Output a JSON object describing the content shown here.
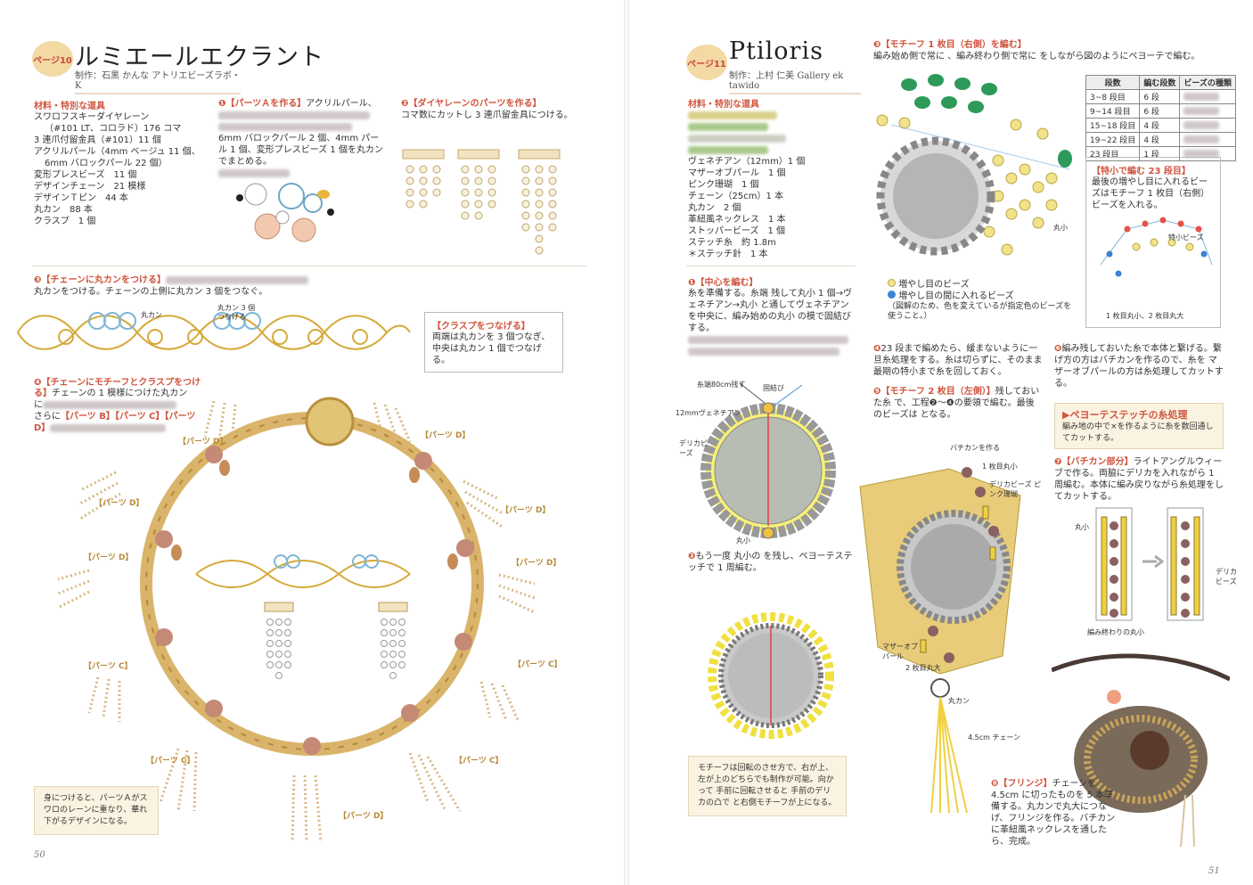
{
  "left": {
    "badge": "ページ10",
    "title": "ルミエールエクラント",
    "byline": "制作：石黒 かんな アトリエビーズラボ・K",
    "materials": {
      "heading": "材料・特別な道具",
      "lines": [
        "スワロフスキーダイヤレーン",
        "（#101 LT、コロラド）176 コマ",
        "3 連爪付留金具（#101）11 個",
        "アクリルパール（4mm ベージュ 11 個、",
        "6mm バロックパール 22 個）",
        "変形プレスビーズ　11 個",
        "デザインチェーン　21 模様",
        "デザインＴピン　44 本",
        "丸カン　88 本",
        "クラスプ　1 個"
      ]
    },
    "step1": {
      "head": "❶【パーツＡを作る】",
      "text1": "アクリルパール、",
      "text2": "6mm バロックパール 2 個、4mm パール 1 個、変形プレスビーズ 1 個を丸カンでまとめる。"
    },
    "step2": {
      "head": "❷【ダイヤレーンのパーツを作る】",
      "text1": "コマ数にカットし 3 連爪留金具につける。"
    },
    "step3": {
      "head": "❸【チェーンに丸カンをつける】",
      "text2": "丸カンをつける。チェーンの上側に丸カン 3 個をつなぐ。",
      "label_marukan": "丸カン",
      "label_three": "丸カン 3 個",
      "label_connect": "つなげる"
    },
    "step4": {
      "head": "❹【チェーンにモチーフとクラスプをつけ",
      "head2": "る】",
      "text1": "チェーンの 1 模様につけた丸カン",
      "text2": "に",
      "text3": "さらに",
      "parts": "【パーツ B】【パーツ C】【パーツ",
      "parts2": "D】"
    },
    "clasp": {
      "head": "【クラスプをつなげる】",
      "text": "両端は丸カンを 3 個つなぎ、中央は丸カン 1 個でつなげる。"
    },
    "part_labels": {
      "d1": "【パーツ D】",
      "d2": "【パーツ D】",
      "d3": "【パーツ D】",
      "d4": "【パーツ D】",
      "d5": "【パーツ D】",
      "d6": "【パーツ D】",
      "d7": "【パーツ D】",
      "c1": "【パーツ C】",
      "c2": "【パーツ C】",
      "c3": "【パーツ C】",
      "c4": "【パーツ C】"
    },
    "note": "身につけると、パーツＡがスワロのレーンに重なり、華れ下がるデザインになる。",
    "folio": "50"
  },
  "right": {
    "badge": "ページ11",
    "title": "Ptiloris",
    "byline": "制作：上村 仁美 Gallery ek tawido",
    "materials": {
      "heading": "材料・特別な道具",
      "lines": [
        "ヴェネチアン（12mm）1 個",
        "マザーオブパール　1 個",
        "ピンク珊瑚　1 個",
        "チェーン（25cm）1 本",
        "丸カン　2 個",
        "革紐風ネックレス　1 本",
        "ストッパービーズ　1 個",
        "ステッチ糸　約 1.8m",
        "＊ステッチ針　1 本"
      ]
    },
    "step1": {
      "head": "❶【中心を編む】",
      "text": "糸を準備する。糸端 残して丸小 1 個→ヴェネチアン→丸小 と通してヴェネチアンを中央に、編み始めの丸小 の模で固結びする。"
    },
    "fig1_labels": {
      "thread": "糸端80cm残す",
      "knot": "固結び",
      "venetian": "12mmヴェネチアン",
      "delica": "デリカビーズ",
      "maru": "丸小"
    },
    "step2": {
      "head": "❷",
      "text": "もう一度 丸小の を残し、ペヨーテステッチで 1 周編む。"
    },
    "note": "モチーフは回転のさせ方で、右が上、左が上のどちらでも制作が可能。向かって 手前に回転させると 手前のデリカの凸で と右側モチーフが上になる。",
    "step3": {
      "head": "❸【モチーフ 1 枚目（右側）を編む】",
      "text": "編み始め側で常に 、編み終わり側で常に をしながら図のようにペヨーテで編む。"
    },
    "legend": {
      "inc": "増やし目のビーズ",
      "between": "増やし目の間に入れるビーズ",
      "caption": "（図解のため、色を変えているが指定色のビーズを使うこと。）",
      "maru_label": "丸小"
    },
    "table": {
      "headers": [
        "段数",
        "編む段数",
        "ビーズの種類"
      ],
      "rows": [
        [
          "3~8 段目",
          "6 段"
        ],
        [
          "9~14 段目",
          "6 段"
        ],
        [
          "15~18 段目",
          "4 段"
        ],
        [
          "19~22 段目",
          "4 段"
        ],
        [
          "23 段目",
          "1 段"
        ]
      ]
    },
    "step23": {
      "head": "【特小で編む 23 段目】",
      "text": "最後の増やし目に入れるビーズはモチーフ 1 枚目（右側）ビーズを入れる。",
      "label_toku": "特小ビーズ",
      "label_bottom": "1 枚目丸小、2 枚目丸大"
    },
    "step4": {
      "head": "❹",
      "text": "23 段まで編めたら、緩まないように一旦糸処理をする。糸は切らずに、そのまま最期の特小まで糸を回しておく。"
    },
    "step5": {
      "head": "❺【モチーフ 2 枚目（左側）】",
      "text": "残しておいた糸 で、工程❷〜❹の要領で編む。最後のビーズは となる。"
    },
    "step6": {
      "head": "❻",
      "text": "編み残しておいた糸で本体と繋げる。繋げ方の方はバチカンを作るので、糸を マザーオブパールの方は糸処理してカットする。"
    },
    "peyote": {
      "head": "▶ペヨーテステッチの糸処理",
      "text": "編み地の中で×を作るように糸を数回通してカットする。"
    },
    "step7": {
      "head": "❼【バチカン部分】",
      "text": "ライトアングルウィーブで作る。両脇にデリカを入れながら 1 周編む。本体に編み戻りながら糸処理をしてカットする。",
      "maru": "丸小",
      "delica": "デリカビーズ",
      "end": "編み終わりの丸小"
    },
    "fig_labels": {
      "bachikan": "バチカンを作る",
      "first": "1 枚目丸小",
      "delica_pink": "デリカビーズ ピンク珊瑚",
      "mother": "マザーオブパール",
      "second": "2 枚目丸大",
      "marukan": "丸カン",
      "chain": "4.5cm チェーン"
    },
    "step8": {
      "head": "❽【フリンジ】",
      "text": "チェーンを 4.5cm に切ったものを 5 本準備する。丸カンで丸大につなげ、フリンジを作る。バチカンに革紐風ネックレスを通したら、完成。"
    },
    "folio": "51"
  }
}
